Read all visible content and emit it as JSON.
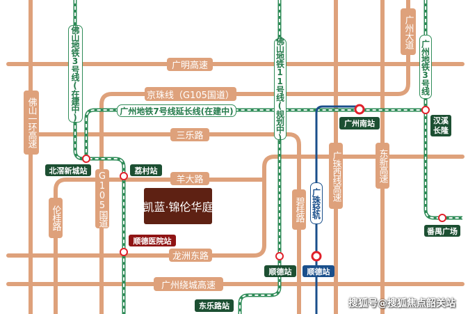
{
  "colors": {
    "road": "#dea17b",
    "metro": "#2e8b57",
    "light_rail": "#1a4f8b",
    "station_ring": "#e0202a",
    "project": "#5e2113"
  },
  "roads": {
    "foshan_ring": "佛山一环高速",
    "guangming": "广明高速",
    "jingzhu": "京珠线（G105国道）",
    "sanle": "三乐路",
    "g105": "G105国道",
    "yangda": "羊大路",
    "lungui": "伦桂路",
    "longzhou_east": "龙洲东路",
    "raocheng": "广州绕城高速",
    "bigui": "碧桂路",
    "guangzhu_west": "广珠西线高速",
    "dongxin": "东新高速",
    "guangzhou_ave": "广州大道"
  },
  "metro_lines": {
    "foshan3": "佛山地铁3号线(在建中)",
    "gz7_ext": "广州地铁7号线延长线(在建中)",
    "foshan11": "佛山地铁11号线(规划中)",
    "gz3": "广州地铁3号线",
    "guangzhu_rail": "广珠轻轨"
  },
  "stations": {
    "beijiao": "北滘新城站",
    "licun": "荔村站",
    "shunde_hospital": "顺德医院站",
    "shunde_metro": "顺德站",
    "shunde_rail": "顺德站",
    "guangzhou_south": "广州南站",
    "hanxi": "汉溪长隆",
    "panyu": "番禺广场",
    "dongle": "东乐路站"
  },
  "project": "凯蓝·锦伦华庭",
  "watermark": "搜狐号@搜狐焦点韶关站"
}
